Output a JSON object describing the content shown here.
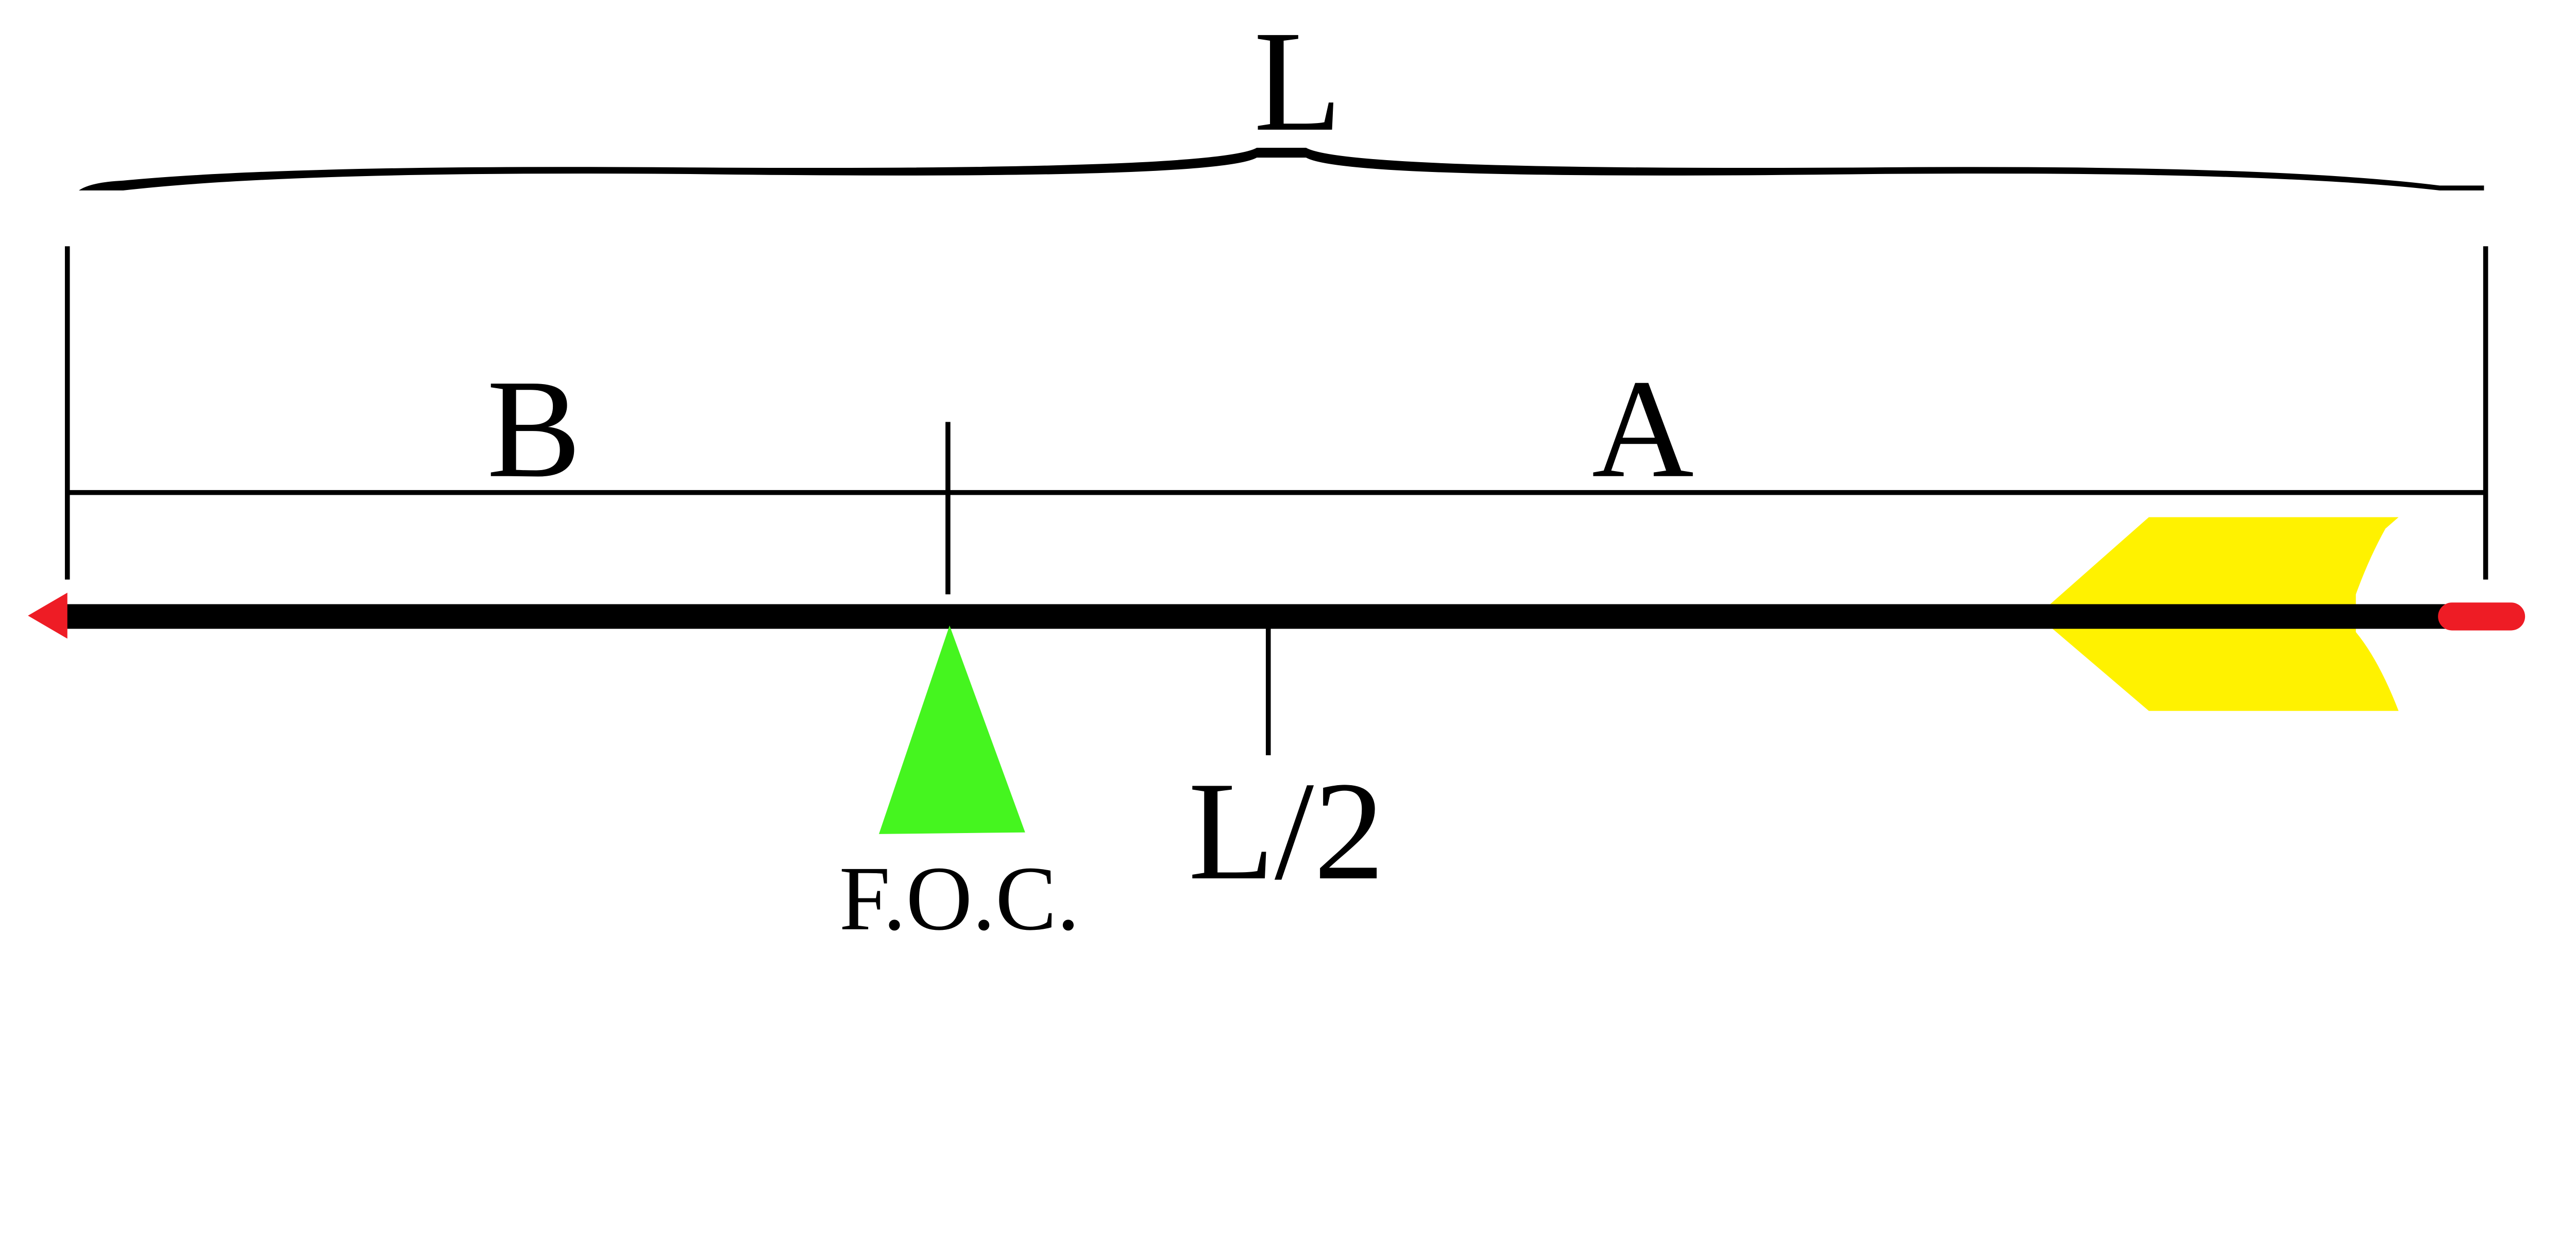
{
  "diagram": {
    "labels": {
      "total_length": "L",
      "section_b": "B",
      "section_a": "A",
      "half_length": "L/2",
      "foc": "F.O.C."
    },
    "colors": {
      "shaft": "#000000",
      "arrowhead": "#ee1c25",
      "nock": "#ee1c25",
      "fletching": "#fff200",
      "balance_point": "#45f51f"
    }
  }
}
